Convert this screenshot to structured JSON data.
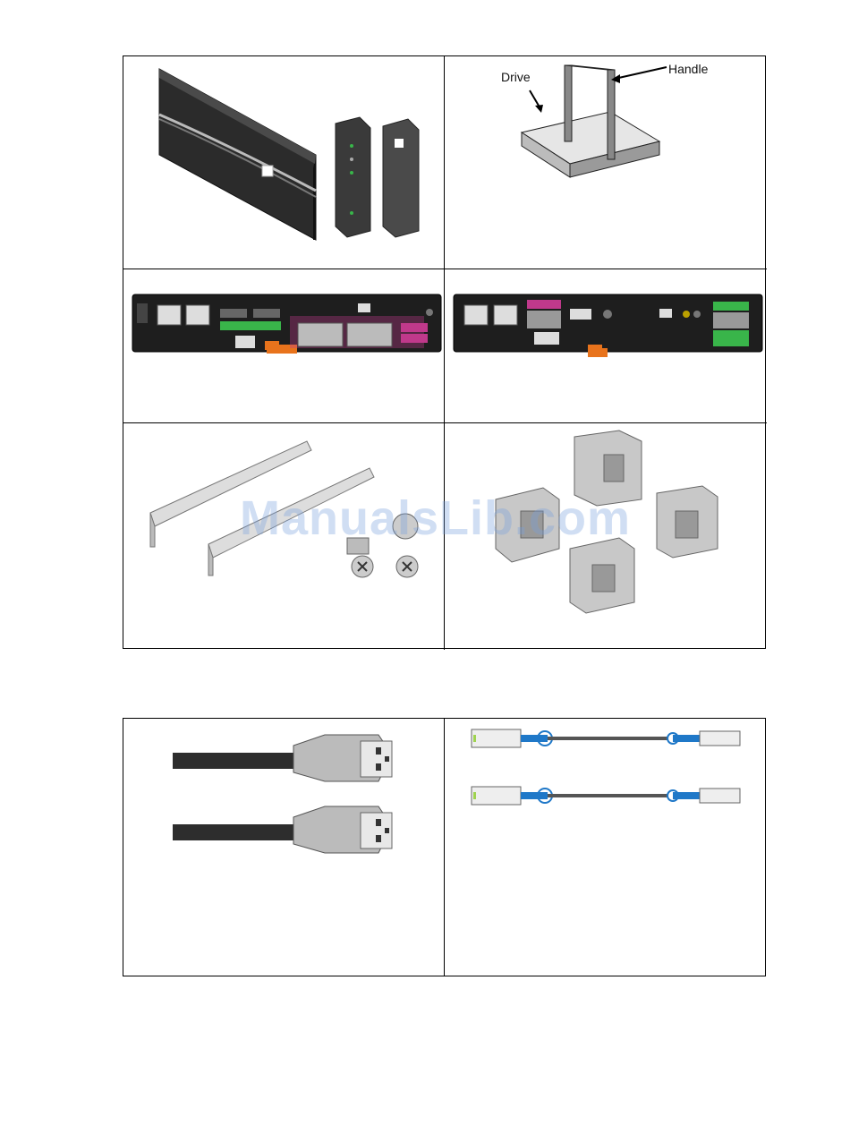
{
  "drive_figure": {
    "drive_label": "Drive",
    "handle_label": "Handle"
  },
  "watermark": "ManualsLib.com",
  "colors": {
    "border": "#000000",
    "controller_green": "#39b54a",
    "controller_magenta": "#c0398b",
    "latch_orange": "#e8731c",
    "cable_blue": "#1f78c8"
  }
}
